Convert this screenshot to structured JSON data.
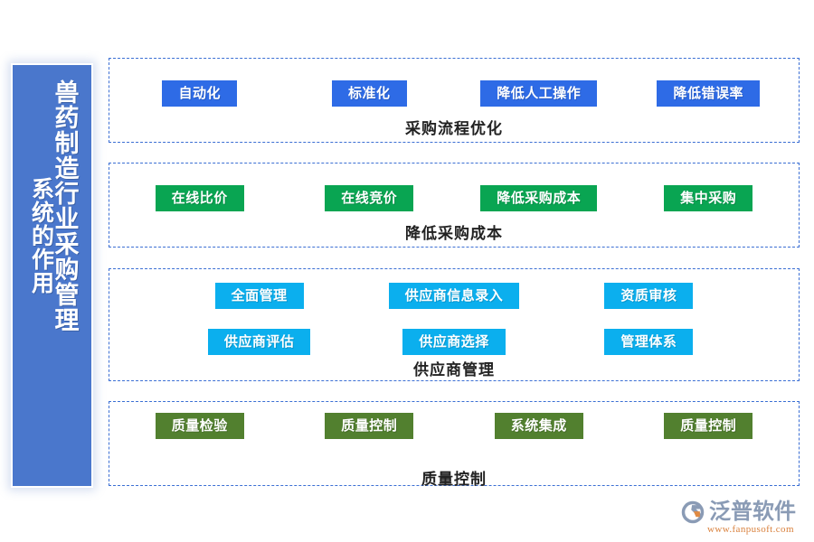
{
  "side_panel": {
    "title_main": "兽药制造行业采购管理",
    "title_sub": "系统的作用",
    "background_color": "#4A77CC"
  },
  "brand": {
    "name": "泛普软件",
    "url": "www.fanpusoft.com",
    "mark_icon": "fanpu-swoosh-logo-icon",
    "name_color": "#8A9BB5",
    "url_color": "#D9803C"
  },
  "colors": {
    "section_border": "#3B6FD4",
    "chip_blue": "#2E6BE6",
    "chip_green": "#09A552",
    "chip_cyan": "#0BAFEE",
    "chip_olive": "#52802F",
    "label_text": "#222222"
  },
  "sections": [
    {
      "id": "section-0",
      "label": "采购流程优化",
      "chip_color": "#2E6BE6",
      "rows": [
        [
          "自动化",
          "标准化",
          "降低人工操作",
          "降低错误率"
        ]
      ]
    },
    {
      "id": "section-1",
      "label": "降低采购成本",
      "chip_color": "#09A552",
      "rows": [
        [
          "在线比价",
          "在线竞价",
          "降低采购成本",
          "集中采购"
        ]
      ]
    },
    {
      "id": "section-2",
      "label": "供应商管理",
      "chip_color": "#0BAFEE",
      "rows": [
        [
          "全面管理",
          "供应商信息录入",
          "资质审核"
        ],
        [
          "供应商评估",
          "供应商选择",
          "管理体系"
        ]
      ]
    },
    {
      "id": "section-3",
      "label": "质量控制",
      "chip_color": "#52802F",
      "rows": [
        [
          "质量检验",
          "质量控制",
          "系统集成",
          "质量控制"
        ]
      ]
    }
  ]
}
